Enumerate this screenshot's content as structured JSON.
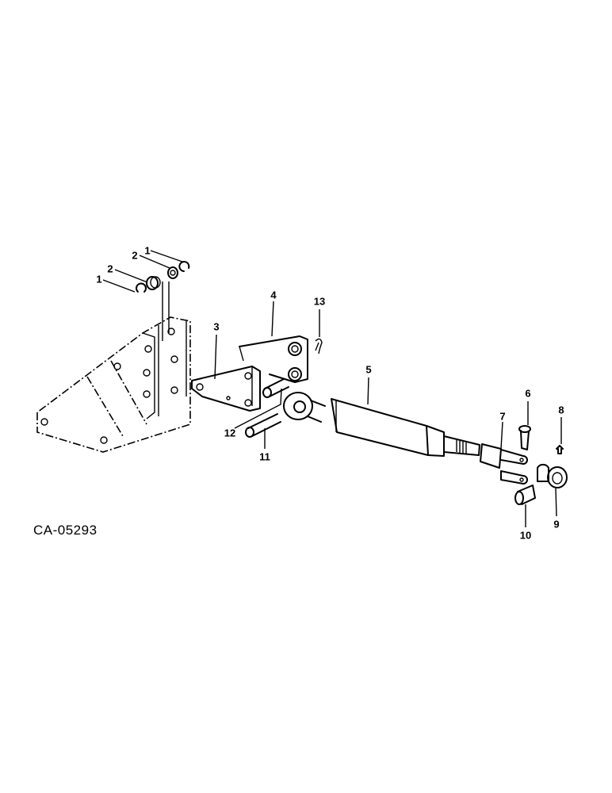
{
  "figure_id": "CA-05293",
  "callouts": [
    {
      "id": "c1a",
      "text": "1"
    },
    {
      "id": "c2a",
      "text": "2"
    },
    {
      "id": "c1b",
      "text": "1"
    },
    {
      "id": "c2b",
      "text": "2"
    },
    {
      "id": "c3",
      "text": "3"
    },
    {
      "id": "c4",
      "text": "4"
    },
    {
      "id": "c13",
      "text": "13"
    },
    {
      "id": "c5",
      "text": "5"
    },
    {
      "id": "c6",
      "text": "6"
    },
    {
      "id": "c7",
      "text": "7"
    },
    {
      "id": "c8",
      "text": "8"
    },
    {
      "id": "c9",
      "text": "9"
    },
    {
      "id": "c10",
      "text": "10"
    },
    {
      "id": "c11",
      "text": "11"
    },
    {
      "id": "c12",
      "text": "12"
    }
  ]
}
